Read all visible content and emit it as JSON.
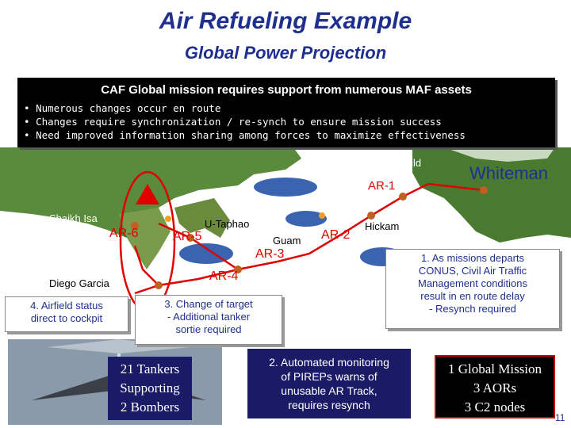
{
  "title": "Air Refueling Example",
  "subtitle": "Global Power Projection",
  "banner": {
    "heading": "CAF Global mission requires support from numerous MAF assets",
    "bullets": [
      "Numerous changes occur en route",
      "Changes require synchronization / re-synch to ensure mission success",
      "Need improved information sharing among forces to maximize effectiveness"
    ]
  },
  "places": {
    "fairchild": "Fairchild",
    "whiteman": "Whiteman",
    "shaikh_isa": "Shaikh Isa",
    "u_tapao": "U-Taphao",
    "guam": "Guam",
    "hickam": "Hickam",
    "diego_garcia": "Diego Garcia"
  },
  "tracks": {
    "ar1": "AR-1",
    "ar2": "AR-2",
    "ar3": "AR-3",
    "ar4": "AR-4",
    "ar5": "AR-5",
    "ar6": "AR-6"
  },
  "callouts": {
    "c1": [
      "1. As missions departs",
      "CONUS, Civil Air Traffic",
      "Management conditions",
      "result in en route delay",
      "- Resynch required"
    ],
    "c2": [
      "2. Automated monitoring",
      "of PIREPs warns of",
      "unusable AR Track,",
      "requires resynch"
    ],
    "c3": [
      "3. Change of target",
      "- Additional tanker",
      "sortie required"
    ],
    "c4": [
      "4. Airfield status",
      "direct to cockpit"
    ]
  },
  "tankers": [
    "21 Tankers",
    "Supporting",
    "2 Bombers"
  ],
  "mission": [
    "1 Global Mission",
    "3 AORs",
    "3 C2 nodes"
  ],
  "page_number": "11",
  "colors": {
    "title": "#1f2f8f",
    "track": "#e00000",
    "land": "#5a8a3c",
    "ocean": "#ffffff"
  }
}
